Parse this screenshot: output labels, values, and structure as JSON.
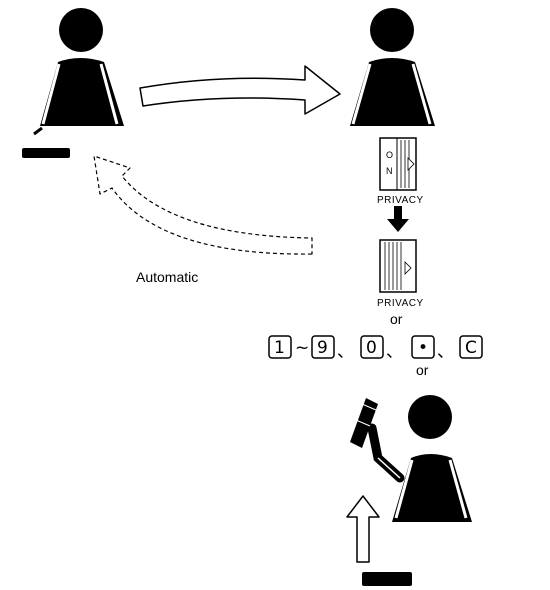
{
  "labels": {
    "automatic": "Automatic",
    "privacy_on": "PRIVACY",
    "privacy_off": "PRIVACY",
    "or_keys": "or",
    "or_handset": "or"
  },
  "switch": {
    "on_letter_o": "O",
    "on_letter_n": "N"
  },
  "keys": {
    "key_1": "1",
    "tilde": "~",
    "key_9": "9",
    "key_0": "0",
    "key_dot": "•",
    "key_c": "C",
    "sep_1": "、",
    "sep_2": "、",
    "sep_3": "、"
  },
  "icons": [
    "person-icon",
    "handset-icon",
    "privacy-switch-icon",
    "arrow-icon"
  ]
}
